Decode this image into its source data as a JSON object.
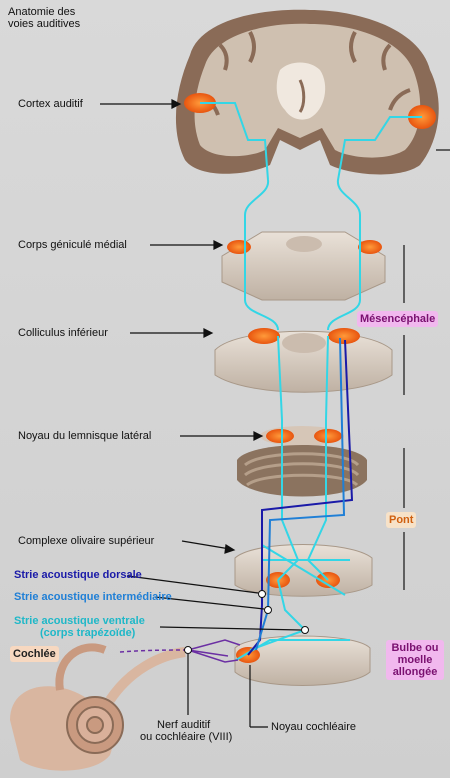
{
  "title": [
    "Anatomie des",
    "voies auditives"
  ],
  "labels": {
    "cortex": "Cortex auditif",
    "cgm": "Corps géniculé médial",
    "colliculus": "Colliculus inférieur",
    "lemnisque": "Noyau du lemnisque latéral",
    "olivaire": "Complexe olivaire supérieur",
    "strie_dorsale": "Strie acoustique dorsale",
    "strie_inter": "Strie acoustique intermédiaire",
    "strie_ventrale_1": "Strie acoustique ventrale",
    "strie_ventrale_2": "(corps trapézoïde)",
    "cochlee": "Cochlée",
    "nerf_1": "Nerf auditif",
    "nerf_2": "ou cochléaire (VIII)",
    "noyau_cochleaire": "Noyau cochléaire"
  },
  "regions": {
    "mesencephale": "Mésencéphale",
    "pont": "Pont",
    "bulbe_1": "Bulbe ou",
    "bulbe_2": "moelle",
    "bulbe_3": "allongée"
  },
  "colors": {
    "pathway": "#33d6e6",
    "dorsal": "#1a1aa8",
    "intermediate": "#1f7fd6",
    "nucleus": "#f26b1d",
    "mesencephale_bg": "#f1b8ee",
    "pont_bg": "#f7e2c8",
    "bulbe_bg": "#f1b8ee"
  }
}
